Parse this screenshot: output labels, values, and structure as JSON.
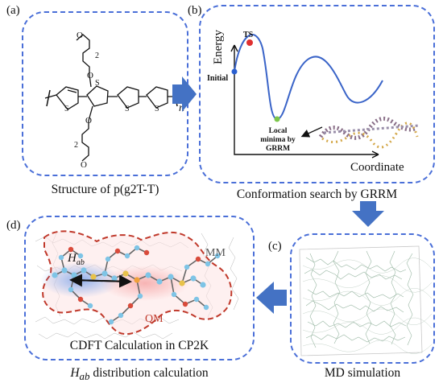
{
  "panels": {
    "a": {
      "label": "(a)",
      "caption": "Structure of p(g2T-T)",
      "subscript_n": "n",
      "atoms": {
        "O": "O",
        "S": "S",
        "num2": "2"
      }
    },
    "b": {
      "label": "(b)",
      "caption": "Conformation search by GRRM",
      "ylabel": "Energy",
      "xlabel": "Coordinate",
      "ts": "TS",
      "initial": "Initial",
      "local_line1": "Local",
      "local_line2": "minima by",
      "local_line3": "GRRM"
    },
    "c": {
      "label": "(c)",
      "caption": "MD simulation"
    },
    "d": {
      "label": "(d)",
      "inner_caption": "CDFT Calculation in CP2K",
      "mm": "MM",
      "qm": "QM",
      "hab_main": "H",
      "hab_sub": "ab",
      "caption_main": "H",
      "caption_sub": "ab",
      "caption_rest": " distribution calculation"
    }
  },
  "colors": {
    "panel_border": "#4a6fd8",
    "arrow": "#4472c4",
    "curve": "#3a64c8",
    "ts_point": "#e03030",
    "initial_point": "#2a5fd0",
    "minima_point": "#7bc64a",
    "qm_outline": "#c0392b",
    "qm_fill": "#f7b7b7",
    "hab_glow": "#6d9bea"
  }
}
